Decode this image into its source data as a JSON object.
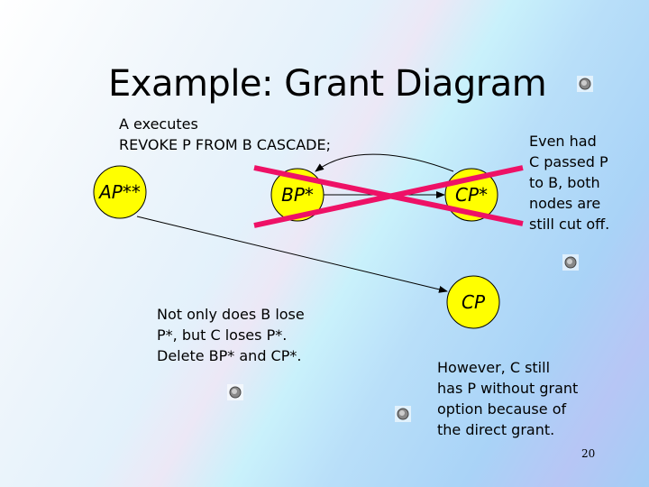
{
  "slide": {
    "title": "Example: Grant Diagram",
    "command_text": "A executes\nREVOKE P FROM B CASCADE;",
    "note_right": "Even had\nC passed P\nto B, both\nnodes are\nstill cut off.",
    "note_left": "Not only does B lose\nP*, but C loses P*.\nDelete BP* and CP*.",
    "note_bottom": "However, C still\nhas P without grant\noption because of\nthe direct grant.",
    "page_number": "20"
  },
  "nodes": [
    {
      "id": "AP",
      "label": "AP**"
    },
    {
      "id": "BP",
      "label": "BP*"
    },
    {
      "id": "CPstar",
      "label": "CP*"
    },
    {
      "id": "CP",
      "label": "CP"
    }
  ],
  "edges": [
    {
      "from": "AP",
      "to": "CP"
    },
    {
      "from": "BP",
      "to": "CPstar"
    },
    {
      "from": "CPstar",
      "to": "BP",
      "curved": true
    }
  ],
  "colors": {
    "node_fill": "#ffff00",
    "cross_out": "#ee1166"
  },
  "icons": [
    "speaker-icon",
    "speaker-icon",
    "speaker-icon",
    "speaker-icon",
    "speaker-icon"
  ]
}
